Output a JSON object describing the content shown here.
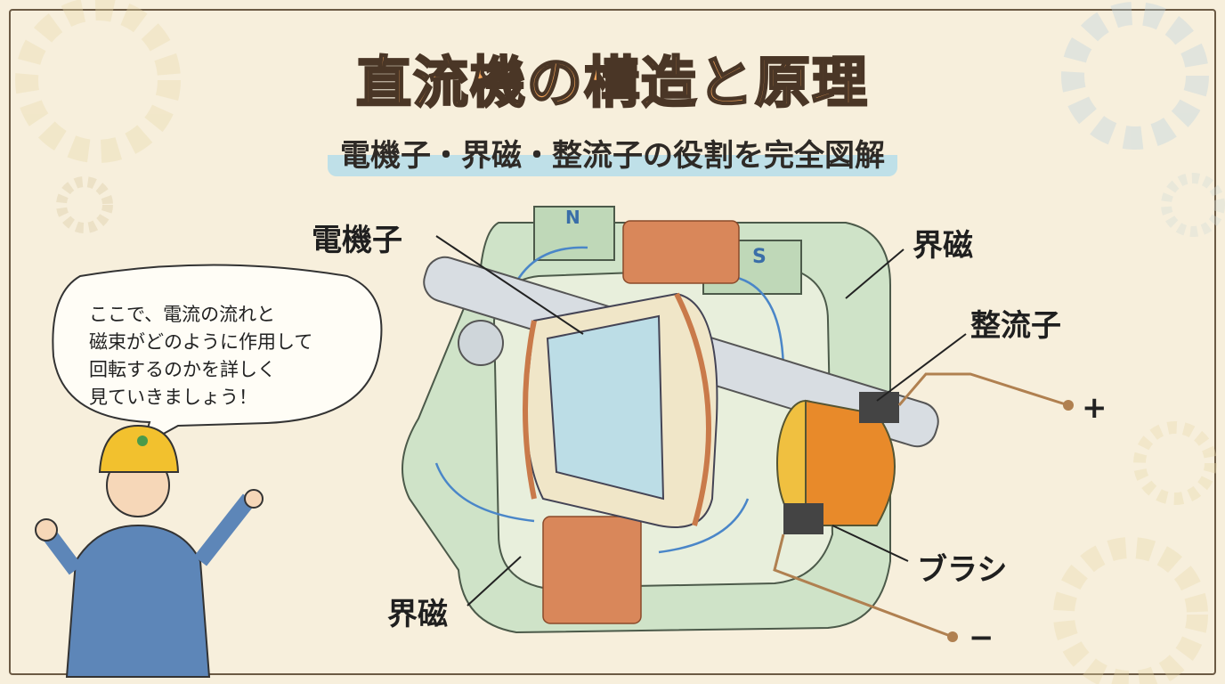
{
  "title": "直流機の構造と原理",
  "subtitle": "電機子・界磁・整流子の役割を完全図解",
  "labels": {
    "armature": "電機子",
    "field_top": "界磁",
    "commutator": "整流子",
    "brush": "ブラシ",
    "field_bottom": "界磁",
    "pole_n": "N",
    "pole_s": "S",
    "plus": "+",
    "minus": "−"
  },
  "speech_bubble": {
    "lines": [
      "ここで、電流の流れと",
      "磁束がどのように作用して",
      "回転するのかを詳しく",
      "見ていきましょう！"
    ]
  },
  "colors": {
    "background": "#f7efdc",
    "title_fill": "#f4a55a",
    "yoke_green": "#cfe3c8",
    "copper": "#c97a4a",
    "flux_arrow": "#4a86c8",
    "armature_blue": "#bcdde6",
    "commutator_orange": "#e88a2a"
  }
}
